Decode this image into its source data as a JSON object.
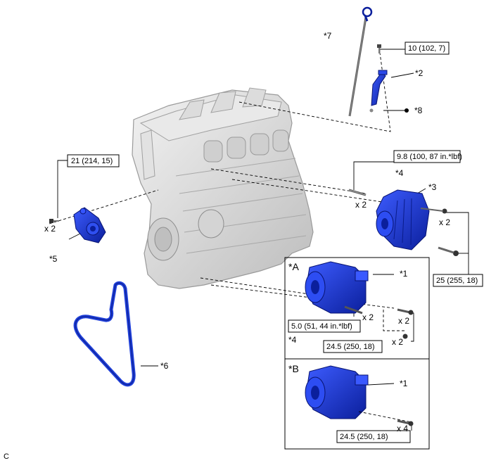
{
  "labels": {
    "l1a": "*1",
    "l1b": "*1",
    "l2": "*2",
    "l3": "*3",
    "l4a": "*4",
    "l4b": "*4",
    "l5": "*5",
    "l6": "*6",
    "l7": "*7",
    "l8": "*8",
    "secA": "*A",
    "secB": "*B"
  },
  "torques": {
    "t1": "10 (102, 7)",
    "t2": "21 (214, 15)",
    "t3": "9.8 (100, 87 in.*lbf)",
    "t4": "25 (255, 18)",
    "t5": "5.0 (51, 44 in.*lbf)",
    "t6": "24.5 (250, 18)",
    "t7": "24.5 (250, 18)"
  },
  "quantities": {
    "q1": "x 2",
    "q2": "x 2",
    "q3": "x 2",
    "q4": "x 2",
    "q5": "x 2",
    "q6": "x 2",
    "q7": "x 4"
  },
  "footer": {
    "code": "C"
  },
  "colors": {
    "part_blue": "#1f3fd8",
    "part_dark": "#0a1c8a",
    "engine_gray": "#d6d6d6",
    "engine_line": "#9a9a9a",
    "line": "#000000"
  }
}
